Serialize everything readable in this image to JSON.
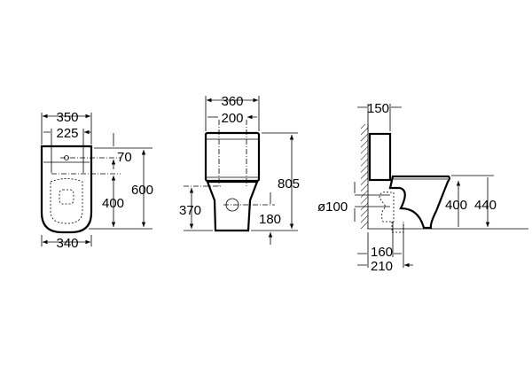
{
  "top_view": {
    "width_top": "350",
    "fixing_spacing": "225",
    "fixing_offset": "70",
    "fixing_to_front": "400",
    "total_depth": "600",
    "width_bottom": "340"
  },
  "front_view": {
    "tank_width": "360",
    "fixing_spacing": "200",
    "total_height": "805",
    "fixing_height": "370",
    "outlet_height": "180"
  },
  "side_view": {
    "tank_depth": "150",
    "outlet_diameter": "ø100",
    "seat_height": "400",
    "rim_height": "440",
    "outlet_from_wall": "160",
    "outlet_edge_from_wall": "210"
  }
}
